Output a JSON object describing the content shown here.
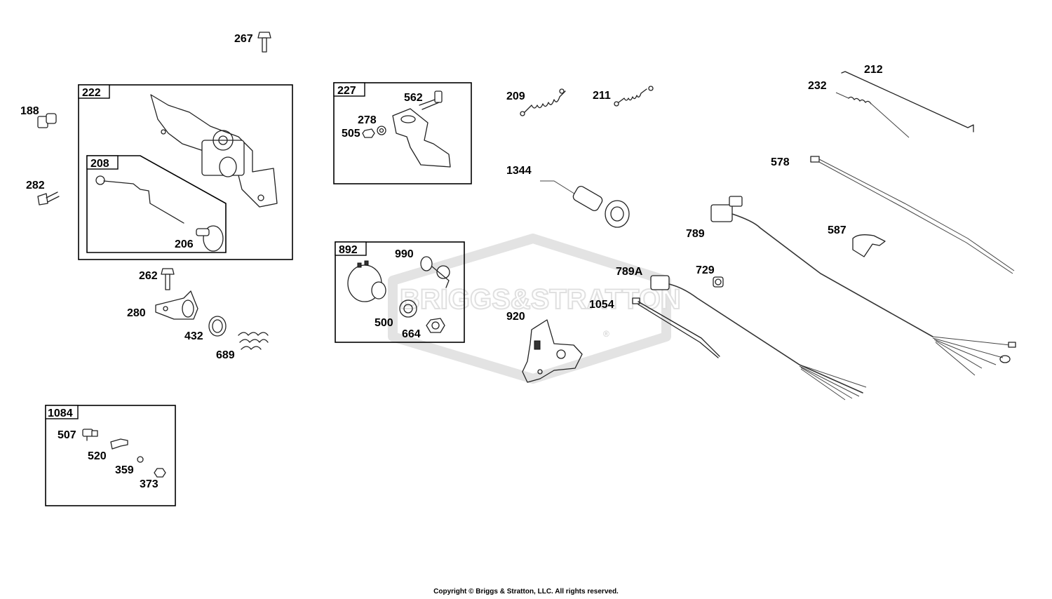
{
  "watermark": {
    "text": "BRIGGS&STRATTON",
    "mark": "®"
  },
  "footer": {
    "copyright": "Copyright © Briggs & Stratton, LLC. All rights reserved."
  },
  "assemblies": {
    "a222": "222",
    "a208": "208",
    "a227": "227",
    "a892": "892",
    "a1084": "1084"
  },
  "parts": {
    "p267": "267",
    "p188": "188",
    "p282": "282",
    "p206": "206",
    "p262": "262",
    "p280": "280",
    "p432": "432",
    "p689": "689",
    "p562": "562",
    "p278": "278",
    "p505": "505",
    "p990": "990",
    "p500": "500",
    "p664": "664",
    "p507": "507",
    "p520": "520",
    "p359": "359",
    "p373": "373",
    "p209": "209",
    "p211": "211",
    "p1344": "1344",
    "p789A": "789A",
    "p1054": "1054",
    "p920": "920",
    "p729": "729",
    "p789": "789",
    "p212": "212",
    "p232": "232",
    "p578": "578",
    "p587": "587"
  }
}
